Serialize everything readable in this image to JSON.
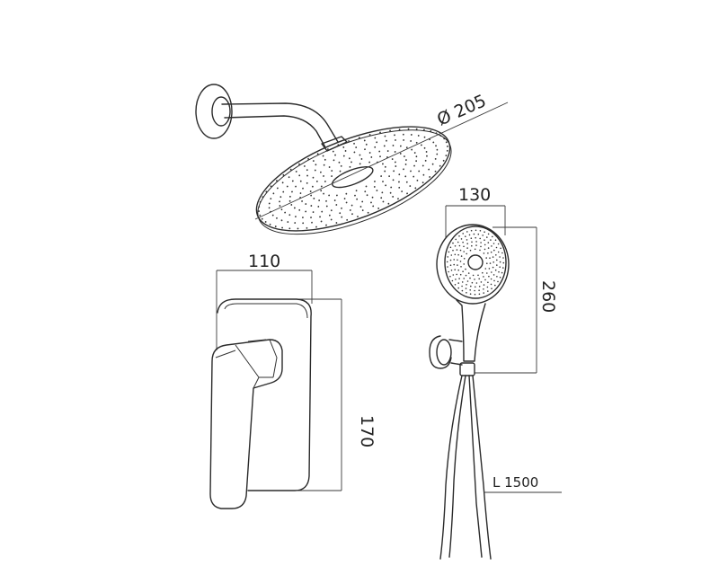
{
  "dimensions": {
    "head_diameter": "Ø 205",
    "hand_shower_width": "130",
    "hand_shower_height": "260",
    "mixer_width": "110",
    "mixer_height": "170",
    "hose_length": "L 1500"
  },
  "colors": {
    "line": "#2b2b2b",
    "background": "#ffffff"
  }
}
